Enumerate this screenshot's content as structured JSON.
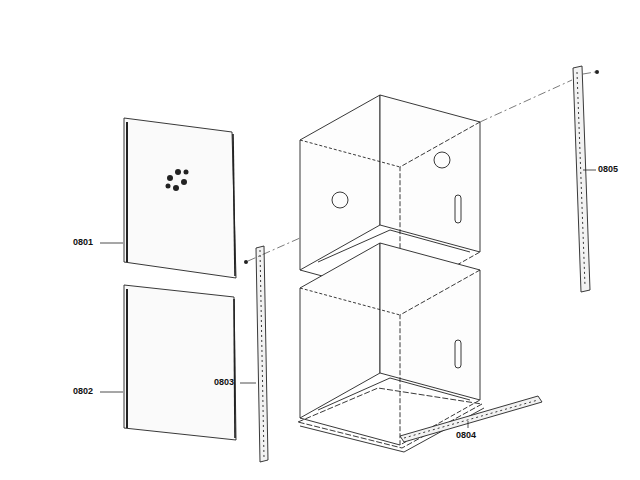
{
  "diagram": {
    "labels": [
      "0801",
      "0802",
      "0803",
      "0804",
      "0805"
    ]
  }
}
